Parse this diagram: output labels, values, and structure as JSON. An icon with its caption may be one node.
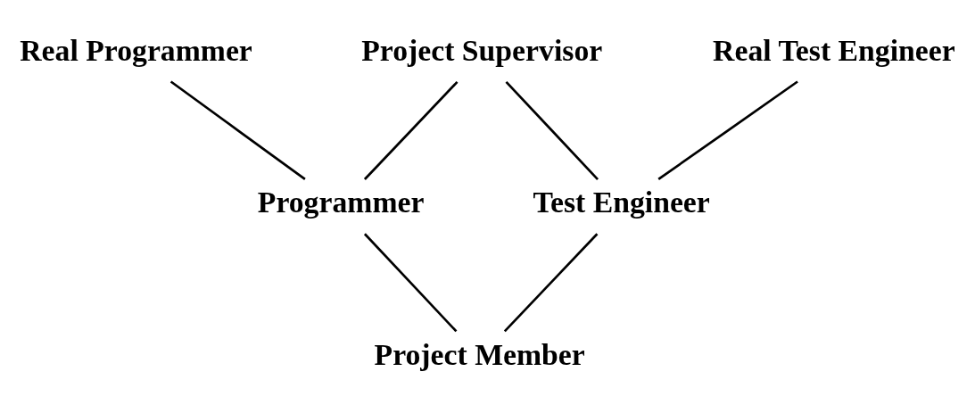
{
  "diagram": {
    "nodes": [
      {
        "text": [
          "Real Programmer"
        ]
      },
      {
        "text": [
          "Project Supervisor"
        ]
      },
      {
        "text": [
          "Real Test Engineer"
        ]
      },
      {
        "text": [
          "Programmer"
        ]
      },
      {
        "text": [
          "Test Engineer"
        ]
      },
      {
        "text": [
          "Project Member"
        ]
      }
    ],
    "edges": [
      {
        "from": 0,
        "to": 3,
        "arrow": "none"
      },
      {
        "from": 1,
        "to": 3,
        "arrow": "none"
      },
      {
        "from": 1,
        "to": 4,
        "arrow": "none"
      },
      {
        "from": 2,
        "to": 4,
        "arrow": "none"
      },
      {
        "from": 3,
        "to": 5,
        "arrow": "none"
      },
      {
        "from": 4,
        "to": 5,
        "arrow": "none"
      }
    ]
  }
}
